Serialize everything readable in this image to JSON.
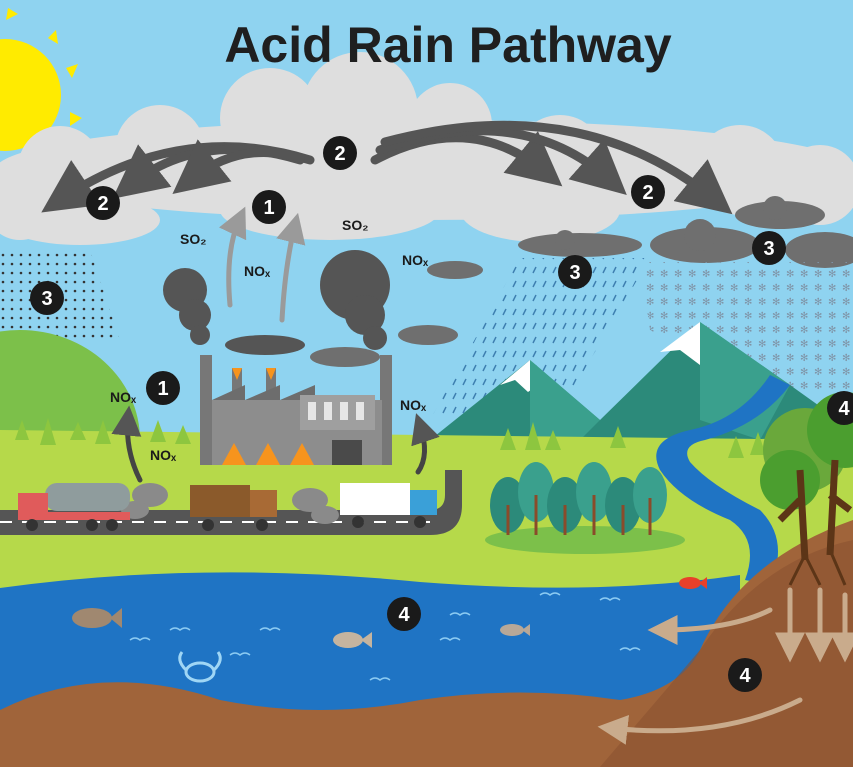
{
  "title": "Acid Rain Pathway",
  "labels": {
    "so2": "SO₂",
    "nox": "NOₓ"
  },
  "steps": {
    "one": "1",
    "two": "2",
    "three": "3",
    "four": "4"
  },
  "colors": {
    "sky": "#8fd3f0",
    "cloud": "#dedede",
    "smoke": "#555555",
    "water": "#1f74c4",
    "soil": "#a0643a",
    "grass": "#b6d94a",
    "sun": "#ffeb00",
    "badge": "#1a1a1a"
  },
  "icons": [
    "sun-icon",
    "factory-icon",
    "truck-icon",
    "fish-icon",
    "crab-icon",
    "tree-icon",
    "mountain-icon",
    "cloud-icon",
    "raindrop-icon",
    "snowflake-icon"
  ]
}
